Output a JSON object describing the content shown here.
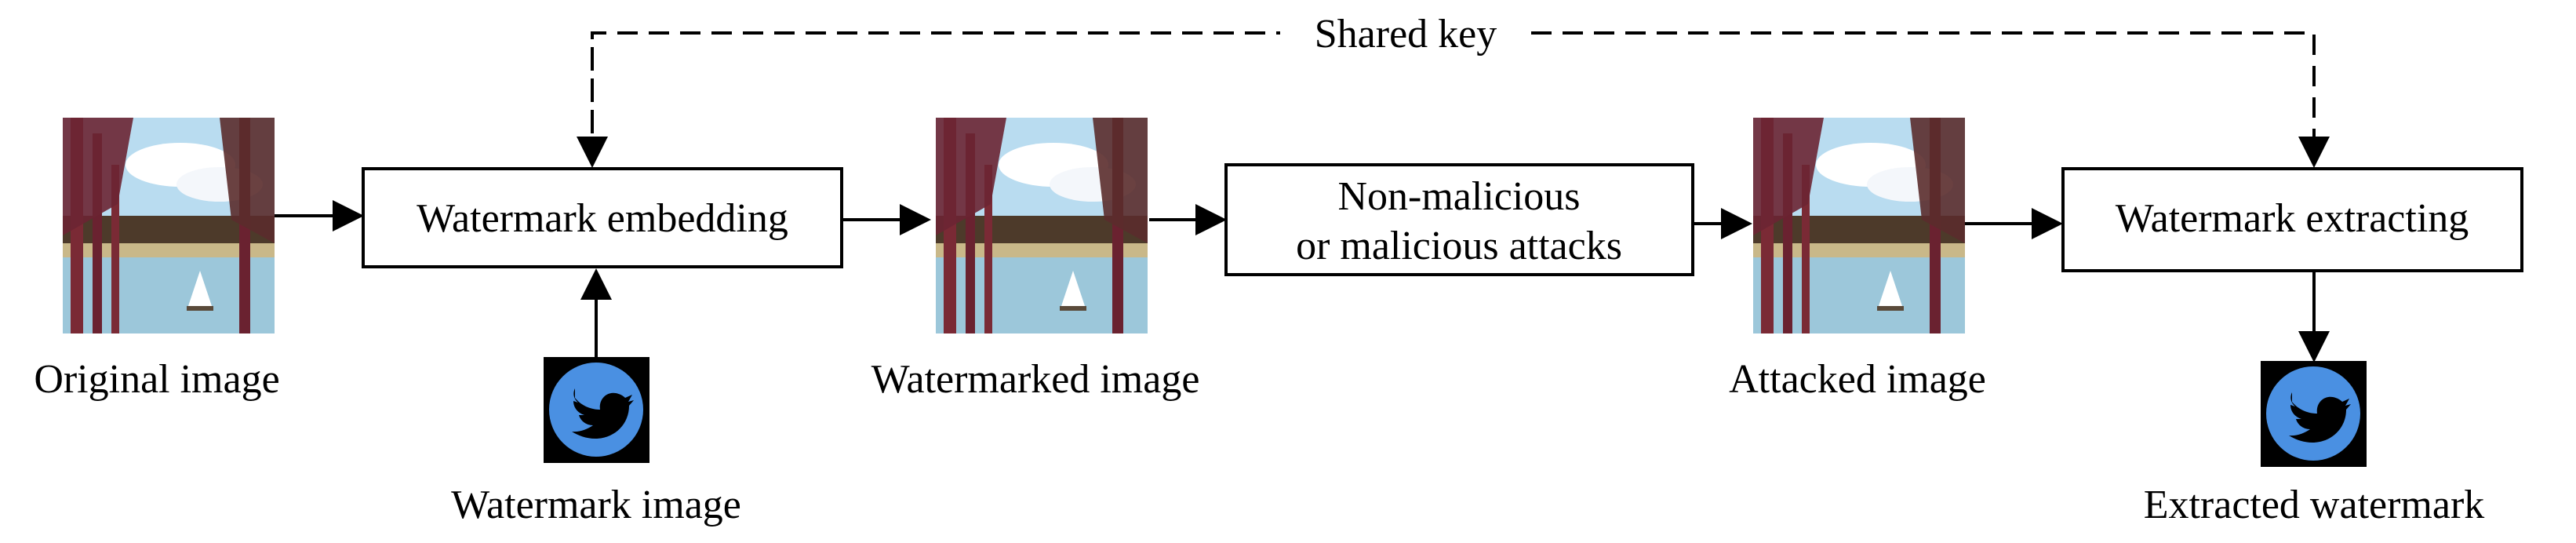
{
  "shared_key_label": "Shared key",
  "boxes": {
    "embedding": "Watermark embedding",
    "attacks_line1": "Non-malicious",
    "attacks_line2": "or malicious attacks",
    "extracting": "Watermark extracting"
  },
  "image_labels": {
    "original": "Original image",
    "watermarked": "Watermarked image",
    "attacked": "Attacked image",
    "watermark": "Watermark image",
    "extracted": "Extracted watermark"
  },
  "colors": {
    "sky": "#b9dcf0",
    "tree": "#7a2a35",
    "forest": "#4d3a2a",
    "shore": "#c9b889",
    "water": "#9cc7da",
    "logo_blue": "#4a90e2",
    "logo_bg": "#000000"
  }
}
